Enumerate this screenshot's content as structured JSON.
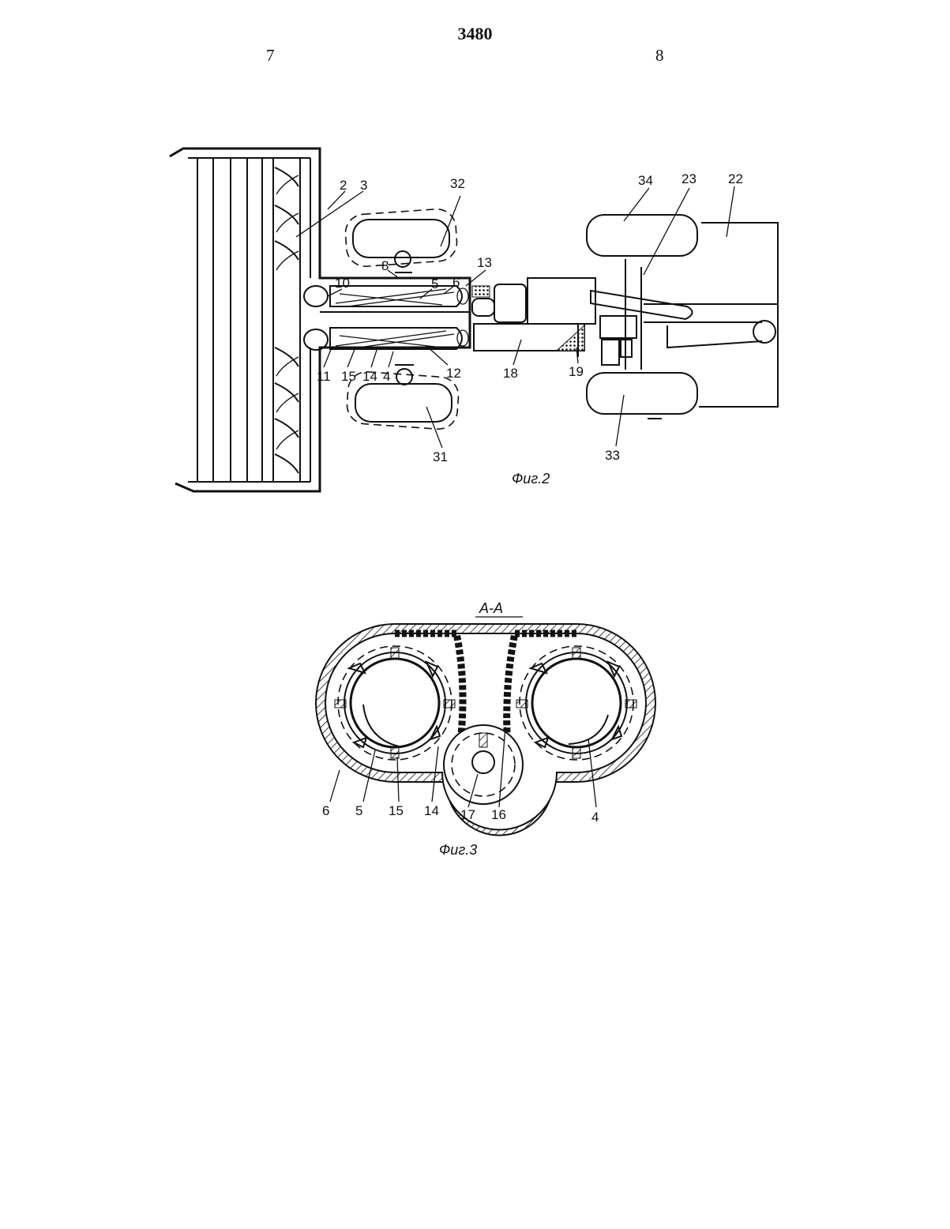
{
  "header": {
    "doc_number": "3480",
    "page_left": "7",
    "page_right": "8"
  },
  "fig2": {
    "caption": "Фиг.2",
    "labels": {
      "l2": "2",
      "l3": "3",
      "l32": "32",
      "l34": "34",
      "l23": "23",
      "l22": "22",
      "l10": "10",
      "l8": "8",
      "l5": "5",
      "l6": "6",
      "l13": "13",
      "l11": "11",
      "l15": "15",
      "l14": "14",
      "l4": "4",
      "l12": "12",
      "l18": "18",
      "l19": "19",
      "l31": "31",
      "l33": "33"
    }
  },
  "fig3": {
    "section": "А-А",
    "caption": "Фиг.3",
    "labels": {
      "l6": "6",
      "l5": "5",
      "l15": "15",
      "l14": "14",
      "l17": "17",
      "l16": "16",
      "l4": "4"
    }
  }
}
